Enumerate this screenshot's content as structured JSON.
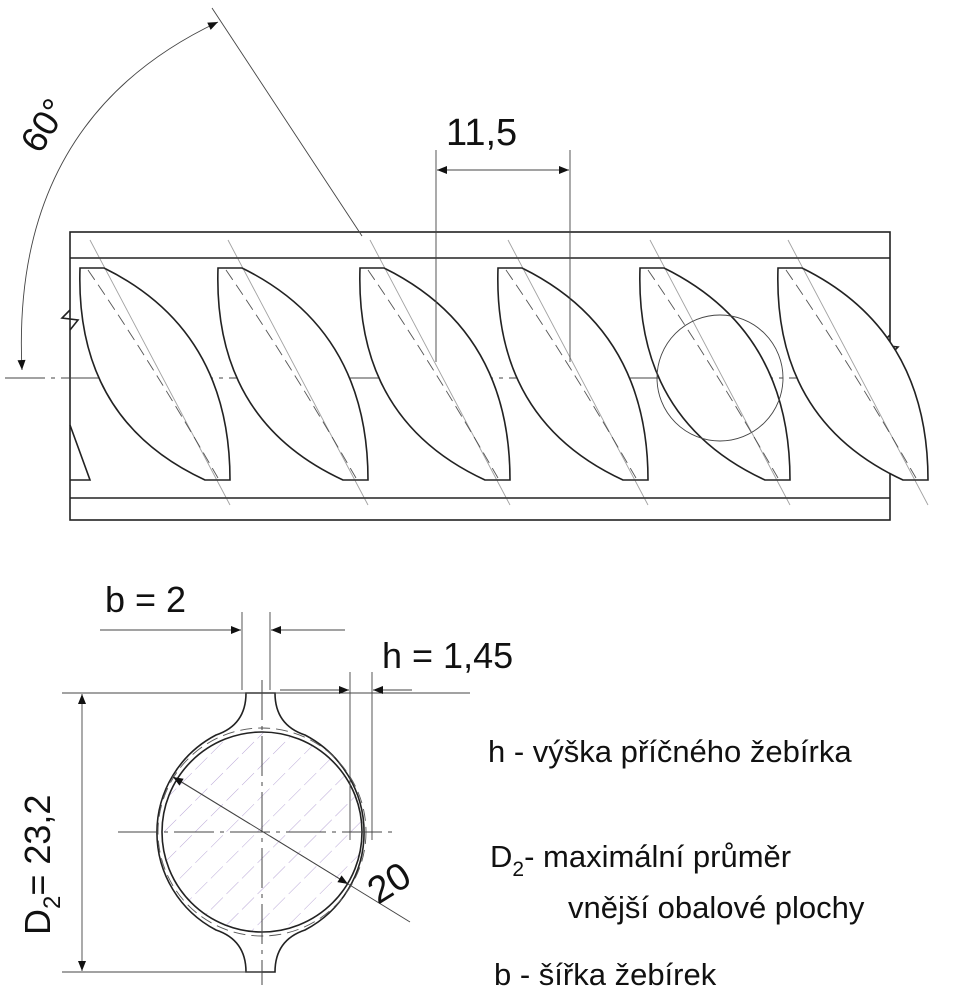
{
  "drawing": {
    "angle_label": "60°",
    "pitch_label": "11,5",
    "rib_width_label": "b = 2",
    "rib_height_label": "h = 1,45",
    "diameter_symbol": "D",
    "diameter_subscript": "2",
    "diameter_value": "= 23,2",
    "core_diameter_label": "20"
  },
  "legend": {
    "h_line": "h - výška příčného žebírka",
    "d2_symbol": "D",
    "d2_subscript": "2",
    "d2_line1": "- maximální průměr",
    "d2_line2": "vnější obalové plochy",
    "b_line": "b - šířka žebírek"
  }
}
